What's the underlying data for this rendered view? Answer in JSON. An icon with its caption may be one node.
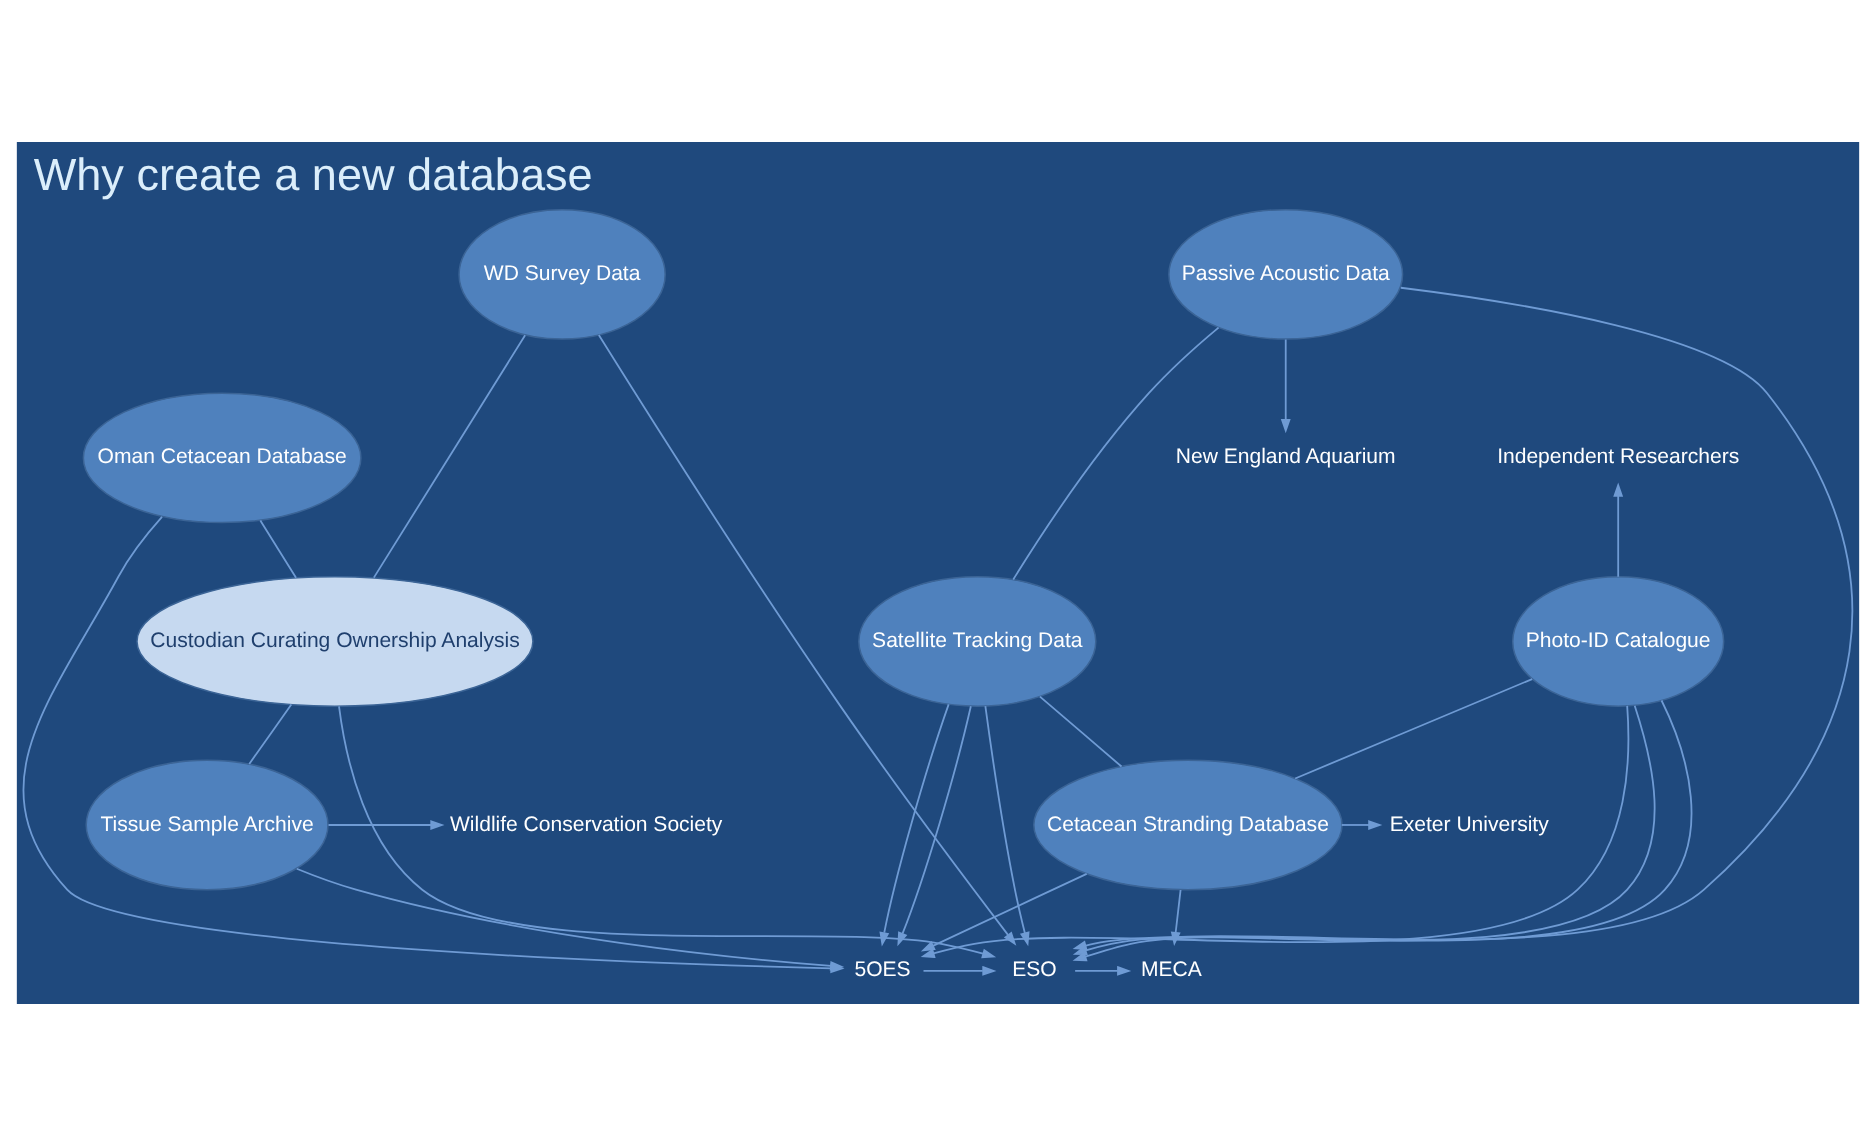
{
  "diagram": {
    "title": "Why create a new database",
    "nodes": [
      {
        "text": [
          "New England Aquarium"
        ]
      },
      {
        "text": [
          "Oman Cetacean Database"
        ]
      },
      {
        "text": [
          "Independent Researchers"
        ]
      },
      {
        "text": [
          "WD Survey Data"
        ]
      },
      {
        "text": [
          "Passive Acoustic Data"
        ]
      },
      {
        "text": [
          "Custodian Curating Ownership Analysis"
        ]
      },
      {
        "text": [
          "Photo-ID Catalogue"
        ]
      },
      {
        "text": [
          "Satellite Tracking Data"
        ]
      },
      {
        "text": [
          "Tissue Sample Archive"
        ]
      },
      {
        "text": [
          "Cetacean Stranding Database"
        ]
      },
      {
        "text": [
          "Wildlife Conservation Society"
        ]
      },
      {
        "text": [
          "Exeter University"
        ]
      },
      {
        "text": [
          "5OES"
        ]
      },
      {
        "text": [
          "ESO"
        ]
      },
      {
        "text": [
          "MECA"
        ]
      }
    ],
    "edges": [
      {
        "from": 4,
        "to": 0,
        "arrow": "to"
      },
      {
        "from": 6,
        "to": 2,
        "arrow": "to"
      },
      {
        "from": 1,
        "to": 5,
        "arrow": "none"
      },
      {
        "from": 3,
        "to": 5,
        "arrow": "none"
      },
      {
        "from": 4,
        "to": 7,
        "arrow": "none"
      },
      {
        "from": 5,
        "to": 8,
        "arrow": "none"
      },
      {
        "from": 6,
        "to": 9,
        "arrow": "none"
      },
      {
        "from": 7,
        "to": 9,
        "arrow": "none"
      },
      {
        "from": 1,
        "to": 12,
        "arrow": "to"
      },
      {
        "from": 4,
        "to": 13,
        "arrow": "to"
      },
      {
        "from": 5,
        "to": 13,
        "arrow": "to"
      },
      {
        "from": 3,
        "to": 13,
        "arrow": "to"
      },
      {
        "from": 7,
        "to": 12,
        "arrow": "to"
      },
      {
        "from": 7,
        "to": 12,
        "arrow": "to"
      },
      {
        "from": 7,
        "to": 13,
        "arrow": "to"
      },
      {
        "from": 8,
        "to": 10,
        "arrow": "to"
      },
      {
        "from": 8,
        "to": 12,
        "arrow": "to"
      },
      {
        "from": 6,
        "to": 12,
        "arrow": "to"
      },
      {
        "from": 9,
        "to": 12,
        "arrow": "to"
      },
      {
        "from": 6,
        "to": 13,
        "arrow": "to"
      },
      {
        "from": 6,
        "to": 13,
        "arrow": "to"
      },
      {
        "from": 9,
        "to": 11,
        "arrow": "to"
      },
      {
        "from": 12,
        "to": 13,
        "arrow": "to"
      },
      {
        "from": 13,
        "to": 14,
        "arrow": "to"
      },
      {
        "from": 9,
        "to": 14,
        "arrow": "to"
      }
    ]
  }
}
